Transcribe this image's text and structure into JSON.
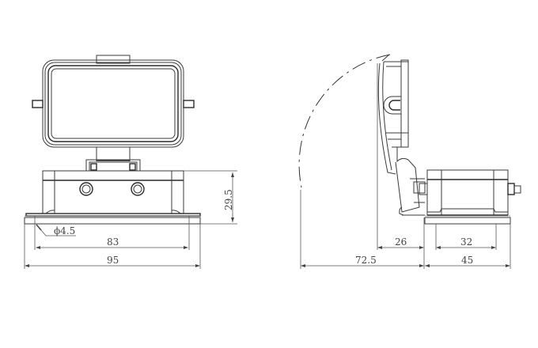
{
  "drawing": {
    "front_view": {
      "dimensions": {
        "height": "29.5",
        "hole_diameter": "ϕ4.5",
        "mounting_pitch": "83",
        "overall_width": "95"
      }
    },
    "side_view": {
      "dimensions": {
        "lid_clearance": "26",
        "swing_radius": "72.5",
        "mounting_pitch": "32",
        "overall_depth": "45"
      }
    },
    "colors": {
      "line": "#3a3a3a",
      "dimension": "#555555",
      "background": "#ffffff"
    }
  }
}
